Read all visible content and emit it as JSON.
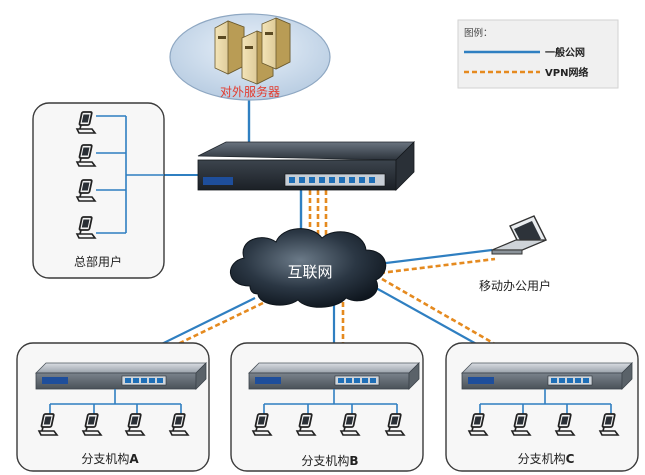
{
  "servers": {
    "label": "对外服务器"
  },
  "hq_users": {
    "label": "总部用户"
  },
  "internet": {
    "label": "互联网"
  },
  "mobile": {
    "label": "移动办公用户"
  },
  "branches": [
    {
      "label_prefix": "分支机构",
      "label_suffix": "A"
    },
    {
      "label_prefix": "分支机构",
      "label_suffix": "B"
    },
    {
      "label_prefix": "分支机构",
      "label_suffix": "C"
    }
  ],
  "legend": {
    "title": "图例：",
    "items": [
      {
        "label": "一般公网",
        "style": "solid",
        "color": "#2f7fc1"
      },
      {
        "label": "VPN网络",
        "style": "dashed",
        "color": "#e58a1f"
      }
    ]
  },
  "colors": {
    "solid_line": "#2f7fc1",
    "vpn_line": "#e58a1f",
    "server_label": "#e23b2e",
    "panel_border": "#3a3a3a",
    "panel_fill": "#f7f7f7"
  }
}
